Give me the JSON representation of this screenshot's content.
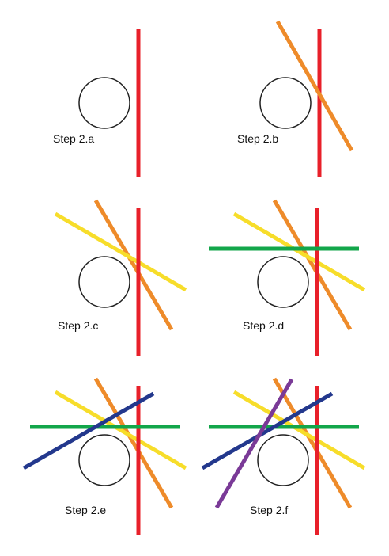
{
  "steps": [
    {
      "label": "Step 2.a",
      "lines": [
        "red"
      ]
    },
    {
      "label": "Step 2.b",
      "lines": [
        "red",
        "orange"
      ]
    },
    {
      "label": "Step 2.c",
      "lines": [
        "orange",
        "yellow",
        "red"
      ]
    },
    {
      "label": "Step 2.d",
      "lines": [
        "orange",
        "yellow",
        "red",
        "green"
      ]
    },
    {
      "label": "Step 2.e",
      "lines": [
        "orange",
        "yellow",
        "red",
        "green",
        "blue"
      ]
    },
    {
      "label": "Step 2.f",
      "lines": [
        "orange",
        "yellow",
        "red",
        "green",
        "blue",
        "purple"
      ]
    }
  ],
  "colors": {
    "red": "#e8202a",
    "orange": "#ee8b2a",
    "yellow": "#f7dd2a",
    "green": "#12a64a",
    "blue": "#23388d",
    "purple": "#7a3a97",
    "circle_stroke": "#222222",
    "circle_fill": "#ffffff"
  }
}
